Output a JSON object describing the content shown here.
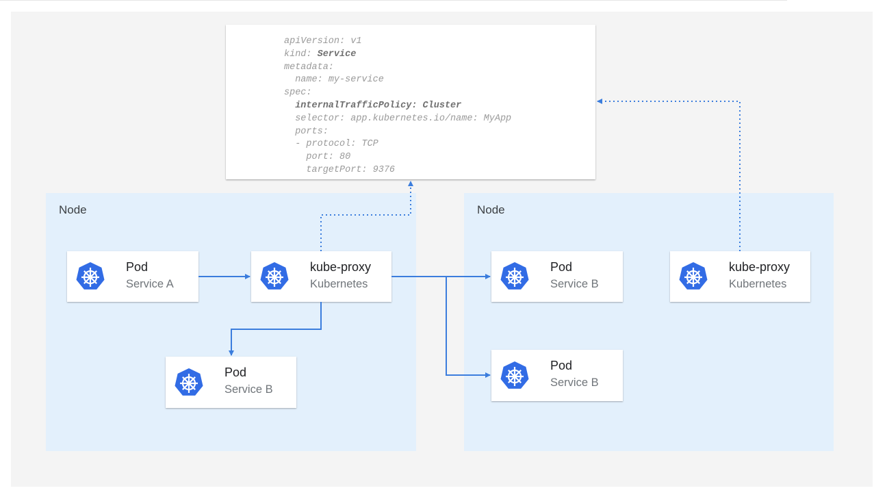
{
  "colors": {
    "accent": "#3b7ddd",
    "k8s_blue": "#326ce5",
    "node_bg": "#e3f0fc"
  },
  "manifest": {
    "lines": [
      {
        "k": "apiVersion: ",
        "v": "v1",
        "bold": false
      },
      {
        "k": "kind: ",
        "v": "Service",
        "bold": "value"
      },
      {
        "k": "metadata:",
        "v": "",
        "bold": false
      },
      {
        "k": "  name: ",
        "v": "my-service",
        "bold": false
      },
      {
        "k": "spec:",
        "v": "",
        "bold": false
      },
      {
        "k": "  internalTrafficPolicy: ",
        "v": "Cluster",
        "bold": "all"
      },
      {
        "k": "  selector: ",
        "v": "app.kubernetes.io/name: MyApp",
        "bold": false
      },
      {
        "k": "  ports:",
        "v": "",
        "bold": false
      },
      {
        "k": "  - protocol: ",
        "v": "TCP",
        "bold": false
      },
      {
        "k": "    port: ",
        "v": "80",
        "bold": false
      },
      {
        "k": "    targetPort: ",
        "v": "9376",
        "bold": false
      }
    ]
  },
  "nodes": [
    {
      "label": "Node"
    },
    {
      "label": "Node"
    }
  ],
  "cards": [
    {
      "title": "Pod",
      "subtitle": "Service A",
      "icon": "kubernetes-icon"
    },
    {
      "title": "kube-proxy",
      "subtitle": "Kubernetes",
      "icon": "kubernetes-icon"
    },
    {
      "title": "Pod",
      "subtitle": "Service B",
      "icon": "kubernetes-icon"
    },
    {
      "title": "Pod",
      "subtitle": "Service B",
      "icon": "kubernetes-icon"
    },
    {
      "title": "kube-proxy",
      "subtitle": "Kubernetes",
      "icon": "kubernetes-icon"
    },
    {
      "title": "Pod",
      "subtitle": "Service B",
      "icon": "kubernetes-icon"
    }
  ]
}
